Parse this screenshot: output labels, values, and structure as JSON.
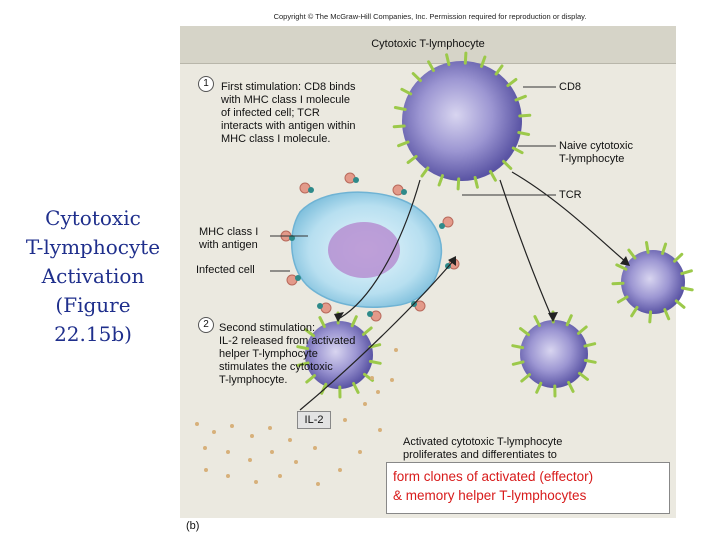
{
  "copyright": "Copyright © The McGraw-Hill Companies, Inc. Permission required for reproduction or display.",
  "side_title": [
    "Cytotoxic",
    "T-lymphocyte",
    "Activation",
    "(Figure",
    "22.15b)"
  ],
  "panel_title": "Cytotoxic T-lymphocyte",
  "steps": [
    {
      "number": "1",
      "text": [
        "First stimulation: CD8 binds",
        "with MHC class I molecule",
        "of infected cell; TCR",
        "interacts with antigen within",
        "MHC class I molecule."
      ]
    },
    {
      "number": "2",
      "text": [
        "Second stimulation:",
        "IL-2 released from activated",
        "helper T-lymphocyte",
        "stimulates the cytotoxic",
        "T-lymphocyte."
      ]
    }
  ],
  "labels": {
    "cd8": "CD8",
    "naive": [
      "Naive cytotoxic",
      "T-lymphocyte"
    ],
    "tcr": "TCR",
    "mhc": [
      "MHC class I",
      "with antigen"
    ],
    "infected": "Infected cell",
    "il2": "IL-2",
    "activated": [
      "Activated cytotoxic T-lymphocyte",
      "proliferates and differentiates to"
    ]
  },
  "highlight": [
    "form clones of activated (effector)",
    "& memory helper T-lymphocytes"
  ],
  "figure_label": "(b)",
  "colors": {
    "side_title": "#1f2f8c",
    "highlight_text": "#d81b1b",
    "t_cell": "#8c86c8",
    "infected_cell": "#b7dff0",
    "nucleus": "#b48ad0",
    "receptor_green": "#9cc94a",
    "mhc_pink": "#e39a8a",
    "il2_dot": "#d7b07a"
  }
}
